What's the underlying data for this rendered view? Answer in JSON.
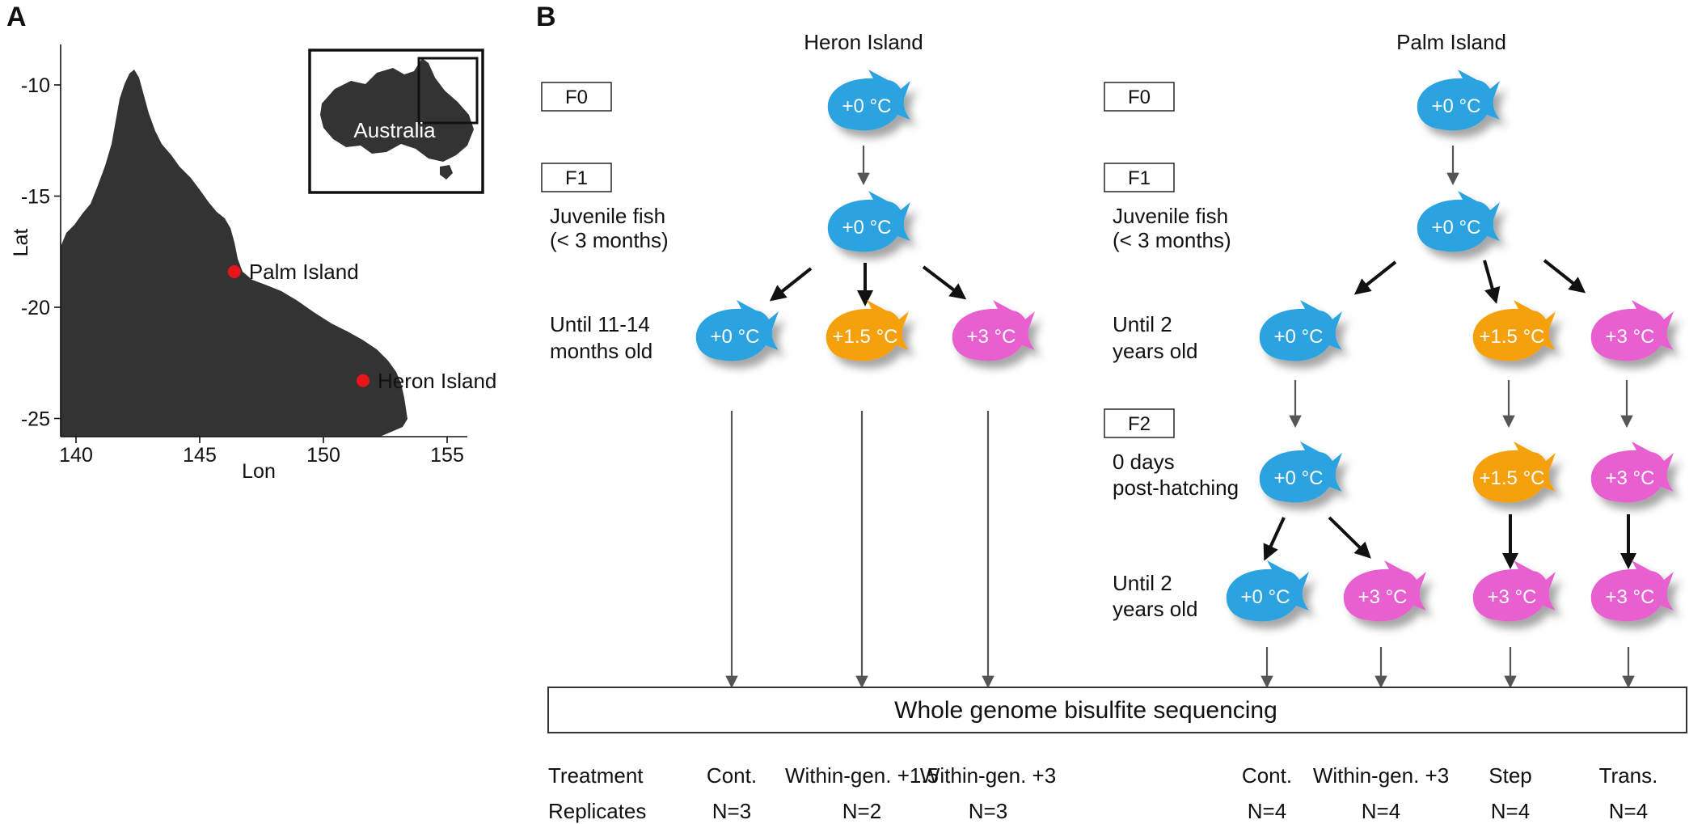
{
  "panels": {
    "a": "A",
    "b": "B"
  },
  "map": {
    "xlabel": "Lon",
    "ylabel": "Lat",
    "xticks": [
      "140",
      "145",
      "150",
      "155"
    ],
    "yticks": [
      "-10",
      "-15",
      "-20",
      "-25"
    ],
    "inset_label": "Australia",
    "land_color": "#333333",
    "site_color": "#e8161b",
    "sites": [
      {
        "name": "Palm Island",
        "lon": 146.4,
        "lat": -18.4
      },
      {
        "name": "Heron Island",
        "lon": 151.6,
        "lat": -23.3
      }
    ]
  },
  "colors": {
    "cont": "#29a3e0",
    "plus15": "#f5a10f",
    "plus3": "#e85fd0"
  },
  "heron": {
    "title": "Heron Island",
    "f0": "F0",
    "f1": "F1",
    "stage1": [
      "Juvenile fish",
      "(< 3 months)"
    ],
    "stage2": [
      "Until 11-14",
      "months old"
    ],
    "fish_f0": "+0 °C",
    "fish_f1": "+0 °C",
    "fish_t": [
      "+0 °C",
      "+1.5 °C",
      "+3 °C"
    ]
  },
  "palm": {
    "title": "Palm Island",
    "f0": "F0",
    "f1": "F1",
    "f2": "F2",
    "stage1": [
      "Juvenile fish",
      "(< 3 months)"
    ],
    "stage2": [
      "Until 2",
      "years old"
    ],
    "stage3": [
      "0 days",
      "post-hatching"
    ],
    "stage4": [
      "Until 2",
      "years old"
    ],
    "fish_f0": "+0 °C",
    "fish_f1": "+0 °C",
    "fish_f1_t": [
      "+0 °C",
      "+1.5 °C",
      "+3 °C"
    ],
    "fish_f2": [
      "+0 °C",
      "+1.5 °C",
      "+3 °C"
    ],
    "fish_f2_t": [
      "+0 °C",
      "+3 °C",
      "+3 °C",
      "+3 °C"
    ]
  },
  "sequencing": "Whole genome bisulfite sequencing",
  "table": {
    "treatment_label": "Treatment",
    "replicates_label": "Replicates",
    "treatments": [
      "Cont.",
      "Within-gen. +1.5",
      "Within-gen. +3",
      "Cont.",
      "Within-gen. +3",
      "Step",
      "Trans."
    ],
    "replicates": [
      "N=3",
      "N=2",
      "N=3",
      "N=4",
      "N=4",
      "N=4",
      "N=4"
    ]
  }
}
